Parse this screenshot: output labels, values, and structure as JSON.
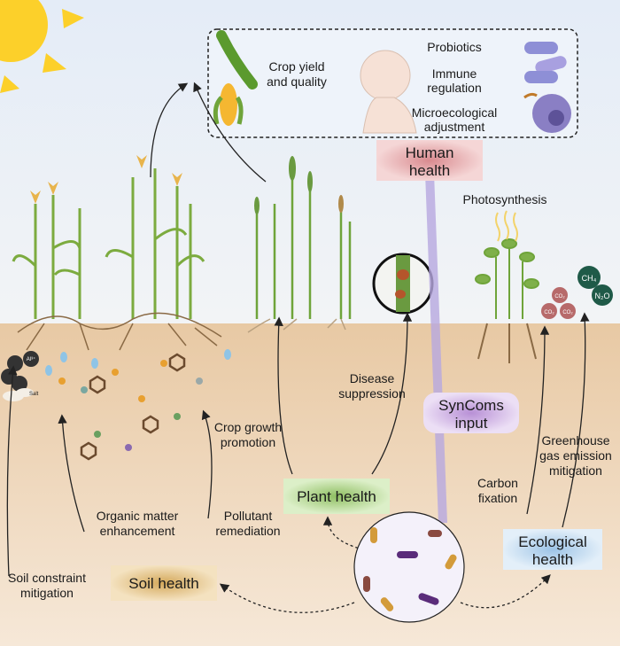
{
  "human_box": {
    "crop": [
      "Crop yield",
      "and quality"
    ],
    "probiotics": "Probiotics",
    "immune": [
      "Immune",
      "regulation"
    ],
    "micro": [
      "Microecological",
      "adjustment"
    ]
  },
  "labels": {
    "human_health": [
      "Human",
      "health"
    ],
    "photosynthesis": "Photosynthesis",
    "syncoms": [
      "SynComs",
      "input"
    ],
    "plant_health": "Plant health",
    "soil_health": "Soil health",
    "ecological_health": [
      "Ecological",
      "health"
    ],
    "disease": [
      "Disease",
      "suppression"
    ],
    "crop_growth": [
      "Crop growth",
      "promotion"
    ],
    "organic": [
      "Organic matter",
      "enhancement"
    ],
    "pollutant": [
      "Pollutant",
      "remediation"
    ],
    "soil_constraint": [
      "Soil constraint",
      "mitigation"
    ],
    "carbon": [
      "Carbon",
      "fixation"
    ],
    "greenhouse": [
      "Greenhouse",
      "gas emission",
      "mitigation"
    ]
  },
  "soil_items": {
    "al": "Al³⁺",
    "salt": "Salt"
  },
  "gases": {
    "co2": "CO₂",
    "ch4": "CH₄",
    "n2o": "N₂O"
  },
  "colors": {
    "sky": "#e8eff8",
    "soil": "#ecd4b6",
    "leaf": "#7cab3f",
    "root": "#8a6a45"
  }
}
